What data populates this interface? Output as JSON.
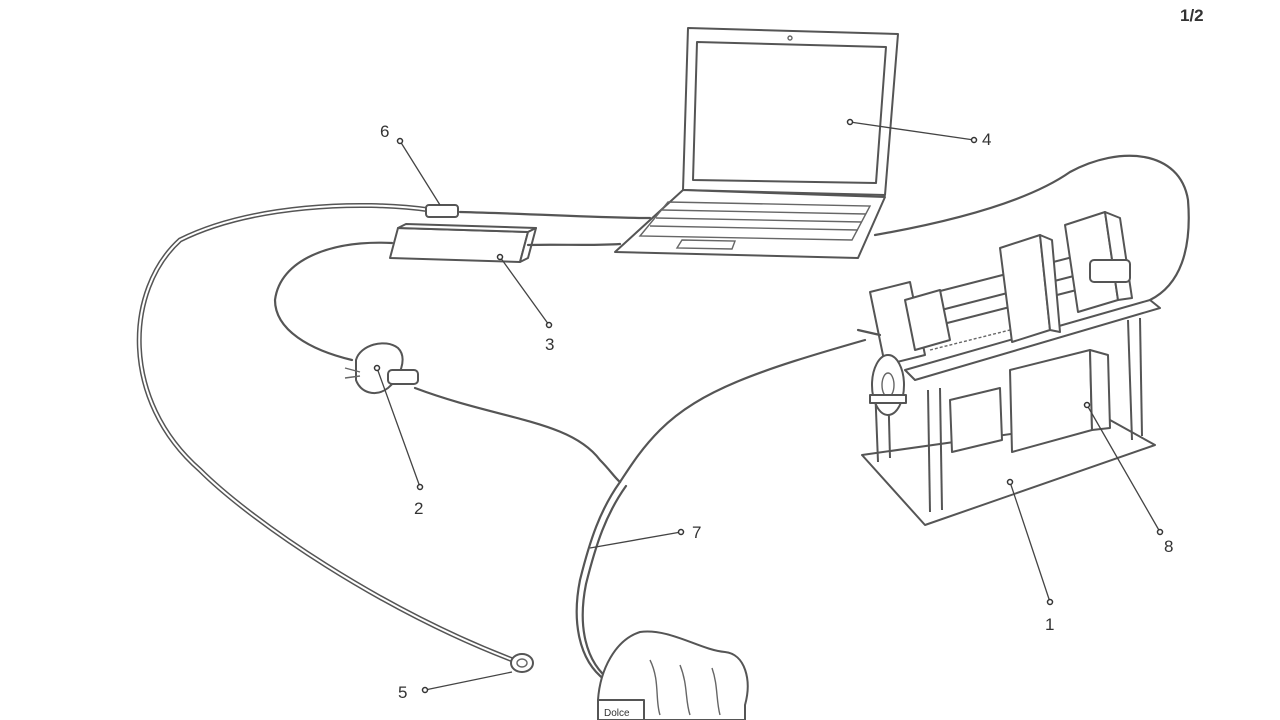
{
  "page_number": "1/2",
  "references": {
    "r1": "1",
    "r2": "2",
    "r3": "3",
    "r4": "4",
    "r5": "5",
    "r6": "6",
    "r7": "7",
    "r8": "8"
  },
  "bag_label": "Dolce"
}
